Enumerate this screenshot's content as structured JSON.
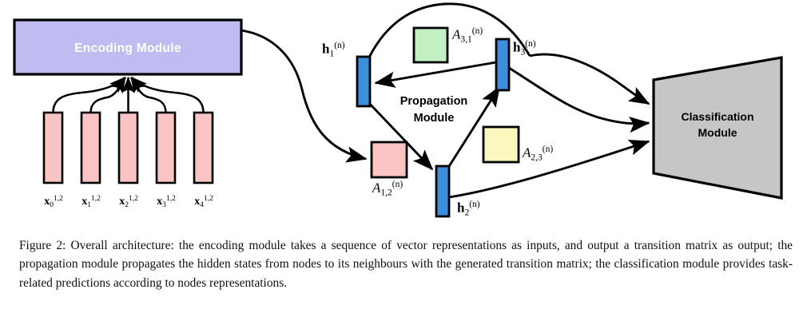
{
  "figure": {
    "caption_label": "Figure 2:",
    "caption_text": " Overall architecture: the encoding module takes a sequence of vector representations as inputs, and output a transition matrix as output; the propagation module propagates the hidden states from nodes to its neighbours with the generated transition matrix; the classification module provides task-related predictions according to nodes representations."
  },
  "modules": {
    "encoding": {
      "label": "Encoding Module",
      "fill": "#BEBCF0",
      "text_color": "#FFFFFF",
      "stroke": "#000000"
    },
    "propagation": {
      "label_line1": "Propagation",
      "label_line2": "Module",
      "text_color": "#000000"
    },
    "classification": {
      "label_line1": "Classification",
      "label_line2": "Module",
      "fill": "#C6C6C6",
      "text_color": "#000000",
      "stroke": "#000000"
    }
  },
  "inputs": {
    "fill": "#FBC4C4",
    "stroke": "#000000",
    "items": [
      {
        "var": "x",
        "sub": "0",
        "sup": "1,2"
      },
      {
        "var": "x",
        "sub": "1",
        "sup": "1,2"
      },
      {
        "var": "x",
        "sub": "2",
        "sup": "1,2"
      },
      {
        "var": "x",
        "sub": "3",
        "sup": "1,2"
      },
      {
        "var": "x",
        "sub": "4",
        "sup": "1,2"
      }
    ]
  },
  "nodes": {
    "fill": "#3E8EDE",
    "stroke": "#000000",
    "items": [
      {
        "id": "h1",
        "var": "h",
        "sub": "1",
        "sup": "(n)"
      },
      {
        "id": "h3",
        "var": "h",
        "sub": "3",
        "sup": "(n)"
      },
      {
        "id": "h2",
        "var": "h",
        "sub": "2",
        "sup": "(n)"
      }
    ]
  },
  "matrices": [
    {
      "id": "A31",
      "var": "A",
      "sub": "3,1",
      "sup": "(n)",
      "fill": "#C2F0C2",
      "stroke": "#000000"
    },
    {
      "id": "A12",
      "var": "A",
      "sub": "1,2",
      "sup": "(n)",
      "fill": "#FBC4C4",
      "stroke": "#000000"
    },
    {
      "id": "A23",
      "var": "A",
      "sub": "2,3",
      "sup": "(n)",
      "fill": "#FAF8BE",
      "stroke": "#000000"
    }
  ]
}
